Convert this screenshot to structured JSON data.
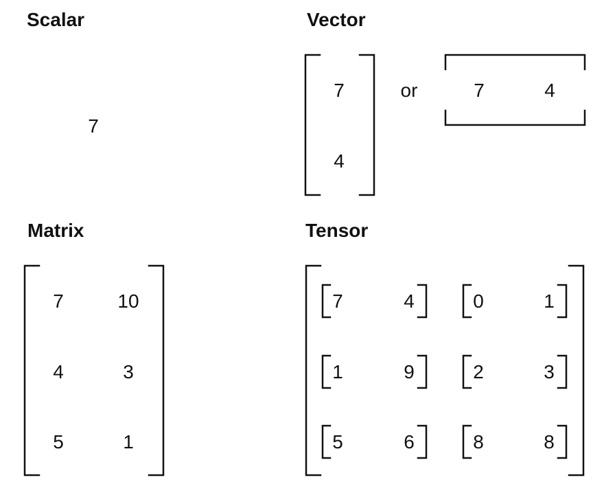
{
  "sections": {
    "scalar": {
      "title": "Scalar",
      "value": "7"
    },
    "vector": {
      "title": "Vector",
      "column_values": [
        "7",
        "4"
      ],
      "connector": "or",
      "row_values": [
        "7",
        "4"
      ]
    },
    "matrix": {
      "title": "Matrix",
      "rows": [
        [
          "7",
          "10"
        ],
        [
          "4",
          "3"
        ],
        [
          "5",
          "1"
        ]
      ]
    },
    "tensor": {
      "title": "Tensor",
      "rows": [
        [
          [
            "7",
            "4"
          ],
          [
            "0",
            "1"
          ]
        ],
        [
          [
            "1",
            "9"
          ],
          [
            "2",
            "3"
          ]
        ],
        [
          [
            "5",
            "6"
          ],
          [
            "8",
            "8"
          ]
        ]
      ]
    }
  }
}
